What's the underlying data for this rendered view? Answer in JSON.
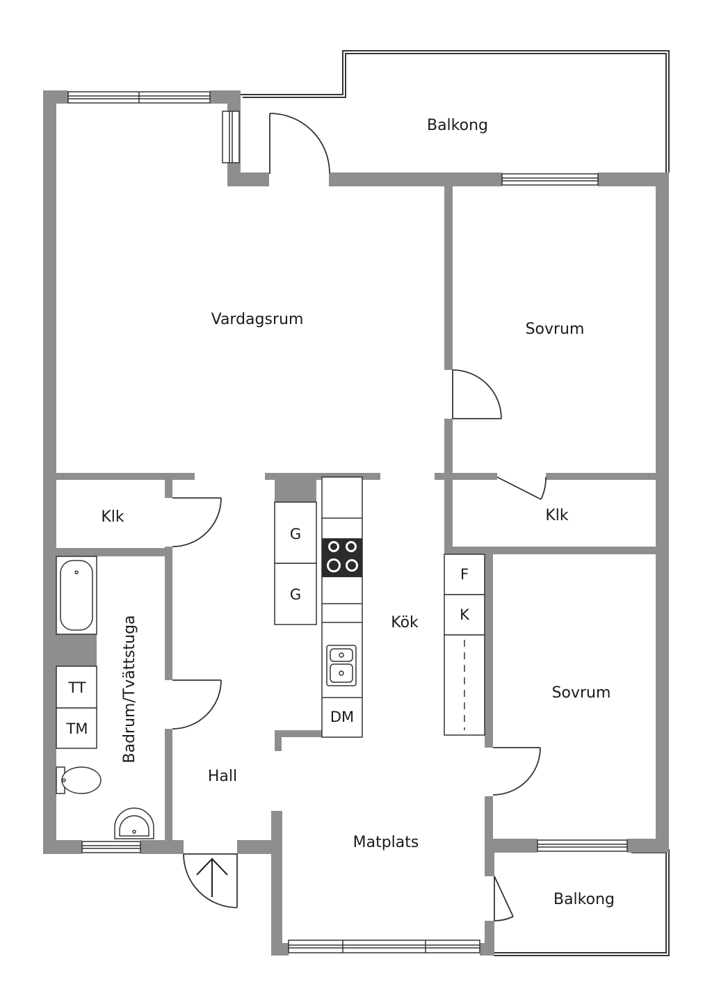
{
  "rooms": {
    "balkong_top": "Balkong",
    "vardagsrum": "Vardagsrum",
    "sovrum_top": "Sovrum",
    "klk_left": "Klk",
    "klk_right": "Klk",
    "badrum": "Badrum/Tvättstuga",
    "kok": "Kök",
    "sovrum_bottom": "Sovrum",
    "hall": "Hall",
    "matplats": "Matplats",
    "balkong_bottom": "Balkong"
  },
  "fixtures": {
    "g1": "G",
    "g2": "G",
    "f": "F",
    "k": "K",
    "tt": "TT",
    "tm": "TM",
    "dm": "DM"
  },
  "colors": {
    "wall": "#8e8e8e",
    "line": "#333333",
    "stove": "#2b2b2b",
    "background": "#ffffff"
  }
}
